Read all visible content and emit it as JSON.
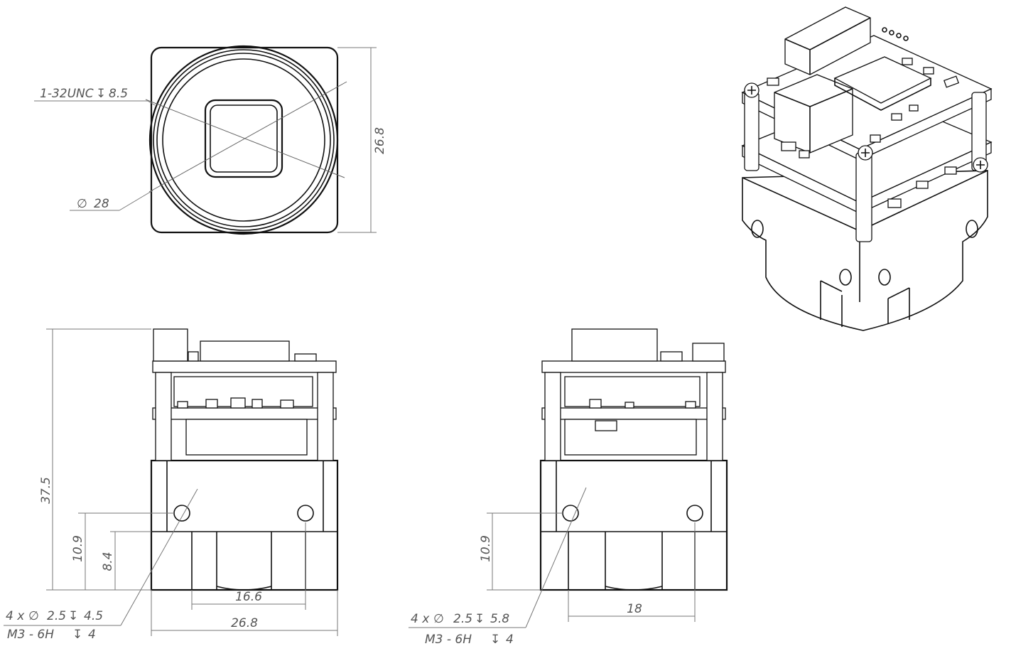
{
  "front_view": {
    "thread_note": "1-32UNC",
    "thread_depth": "8.5",
    "diameter": "28",
    "height": "26.8"
  },
  "side_view_left": {
    "total_height": "37.5",
    "hole_height": "10.9",
    "step_height": "8.4",
    "hole_spacing": "16.6",
    "width": "26.8",
    "hole_note_count": "4 x",
    "hole_note_dia": "2.5",
    "hole_note_depth": "4.5",
    "thread_note": "M3 - 6H",
    "thread_depth": "4"
  },
  "side_view_right": {
    "hole_height": "10.9",
    "hole_spacing": "18",
    "hole_note_count": "4 x",
    "hole_note_dia": "2.5",
    "hole_note_depth": "5.8",
    "thread_note": "M3 - 6H",
    "thread_depth": "4"
  },
  "colors": {
    "line": "#111111",
    "dimension": "#555555"
  }
}
